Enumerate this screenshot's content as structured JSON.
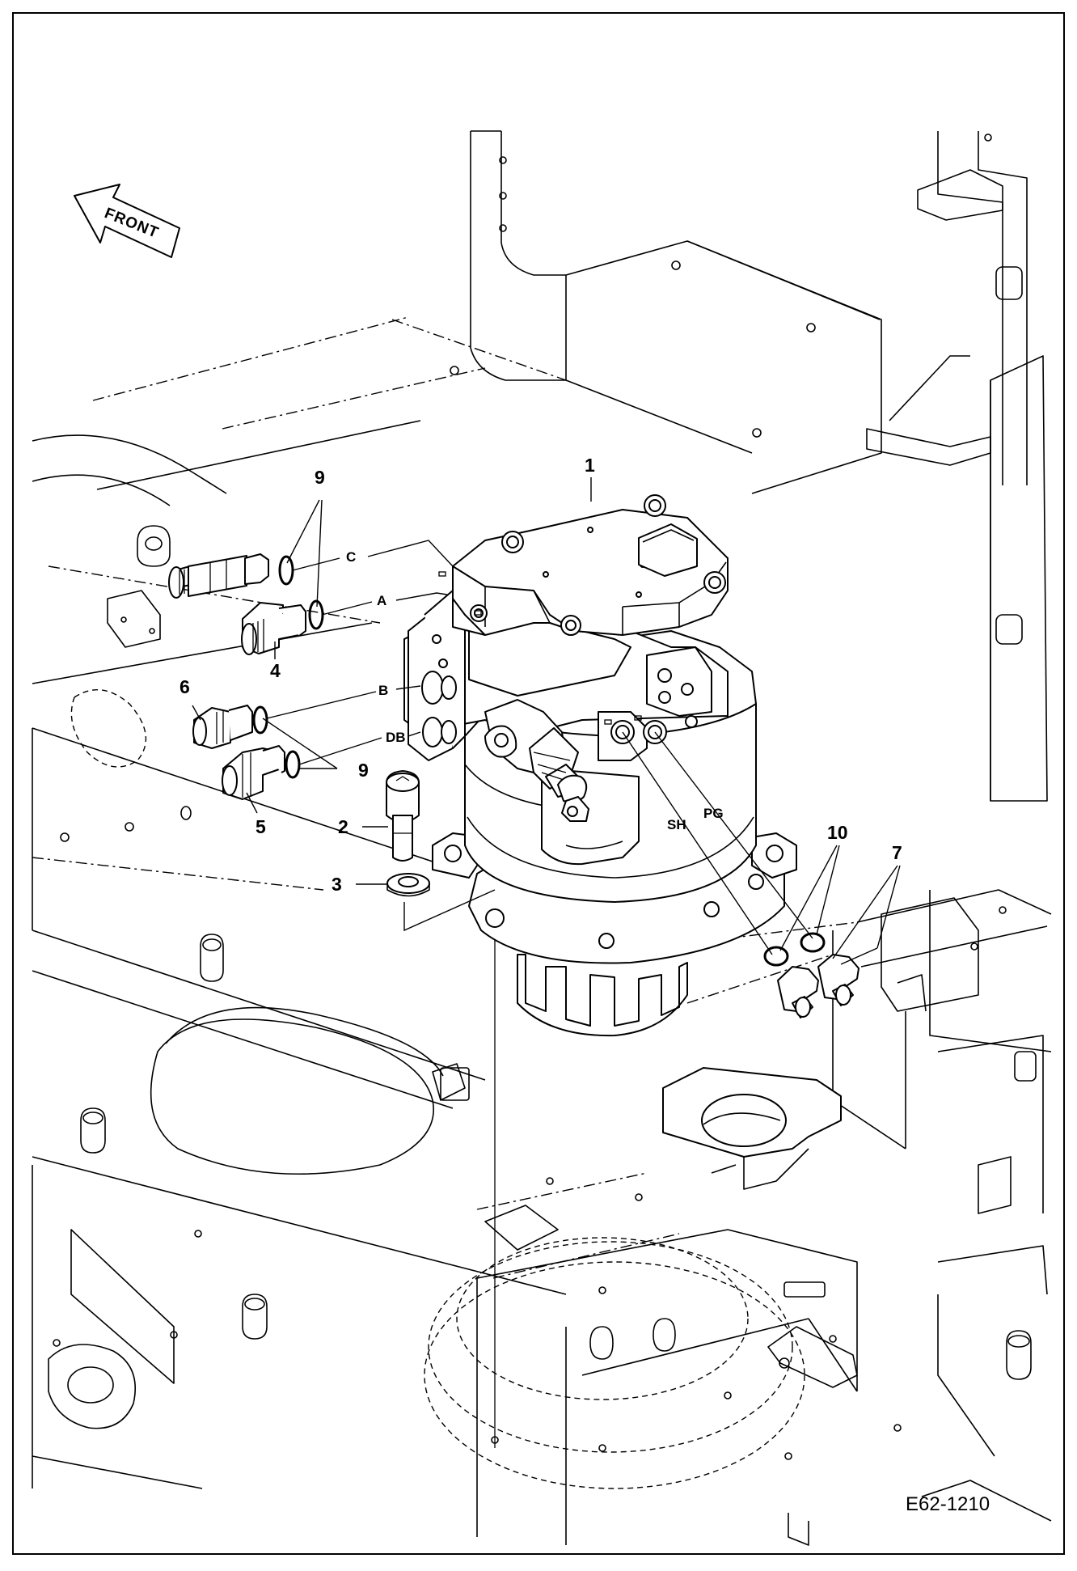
{
  "diagram": {
    "drawing_code": "E62-1210",
    "front_label": "FRONT",
    "callouts": {
      "swing_motor": "1",
      "bolt": "2",
      "washer": "3",
      "fitting_a": "4",
      "fitting_db": "5",
      "fitting_b": "6",
      "fittings_sh_pg": "7",
      "orings_upper": "9",
      "orings_lower": "9",
      "orings_sh_pg": "10"
    },
    "ports": {
      "c": "C",
      "a": "A",
      "b": "B",
      "db": "DB",
      "sh": "SH",
      "pg": "PG"
    }
  }
}
